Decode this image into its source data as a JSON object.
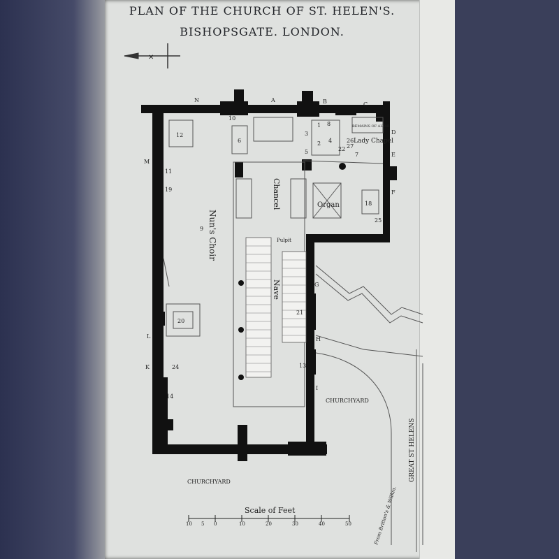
{
  "title_line1": "PLAN OF THE CHURCH OF ST. HELEN'S.",
  "title_line2": "BISHOPSGATE. LONDON.",
  "labels": {
    "chancel": "Chancel",
    "organ": "Organ",
    "nuns_choir": "Nun's Choir",
    "nave": "Nave",
    "pulpit": "Pulpit",
    "lady_chapel": "Lady Chapel",
    "remains_of_altar": "REMAINS OF ALTAR",
    "churchyard_east": "CHURCHYARD",
    "churchyard_south": "CHURCHYARD",
    "great_st_helens": "GREAT ST HELENS",
    "attribution": "From Britton's & Wilkin.",
    "scale_title": "Scale of Feet"
  },
  "scale_ticks": [
    "10",
    "5",
    "0",
    "10",
    "20",
    "30",
    "40",
    "50"
  ],
  "window_letters": [
    "N",
    "A",
    "B",
    "C",
    "D",
    "E",
    "F",
    "G",
    "H",
    "I",
    "K",
    "L",
    "M"
  ],
  "monument_numbers": [
    "1",
    "2",
    "3",
    "4",
    "5",
    "6",
    "7",
    "8",
    "9",
    "10",
    "11",
    "12",
    "13",
    "14",
    "18",
    "19",
    "20",
    "21",
    "22",
    "24",
    "25",
    "26",
    "27"
  ]
}
